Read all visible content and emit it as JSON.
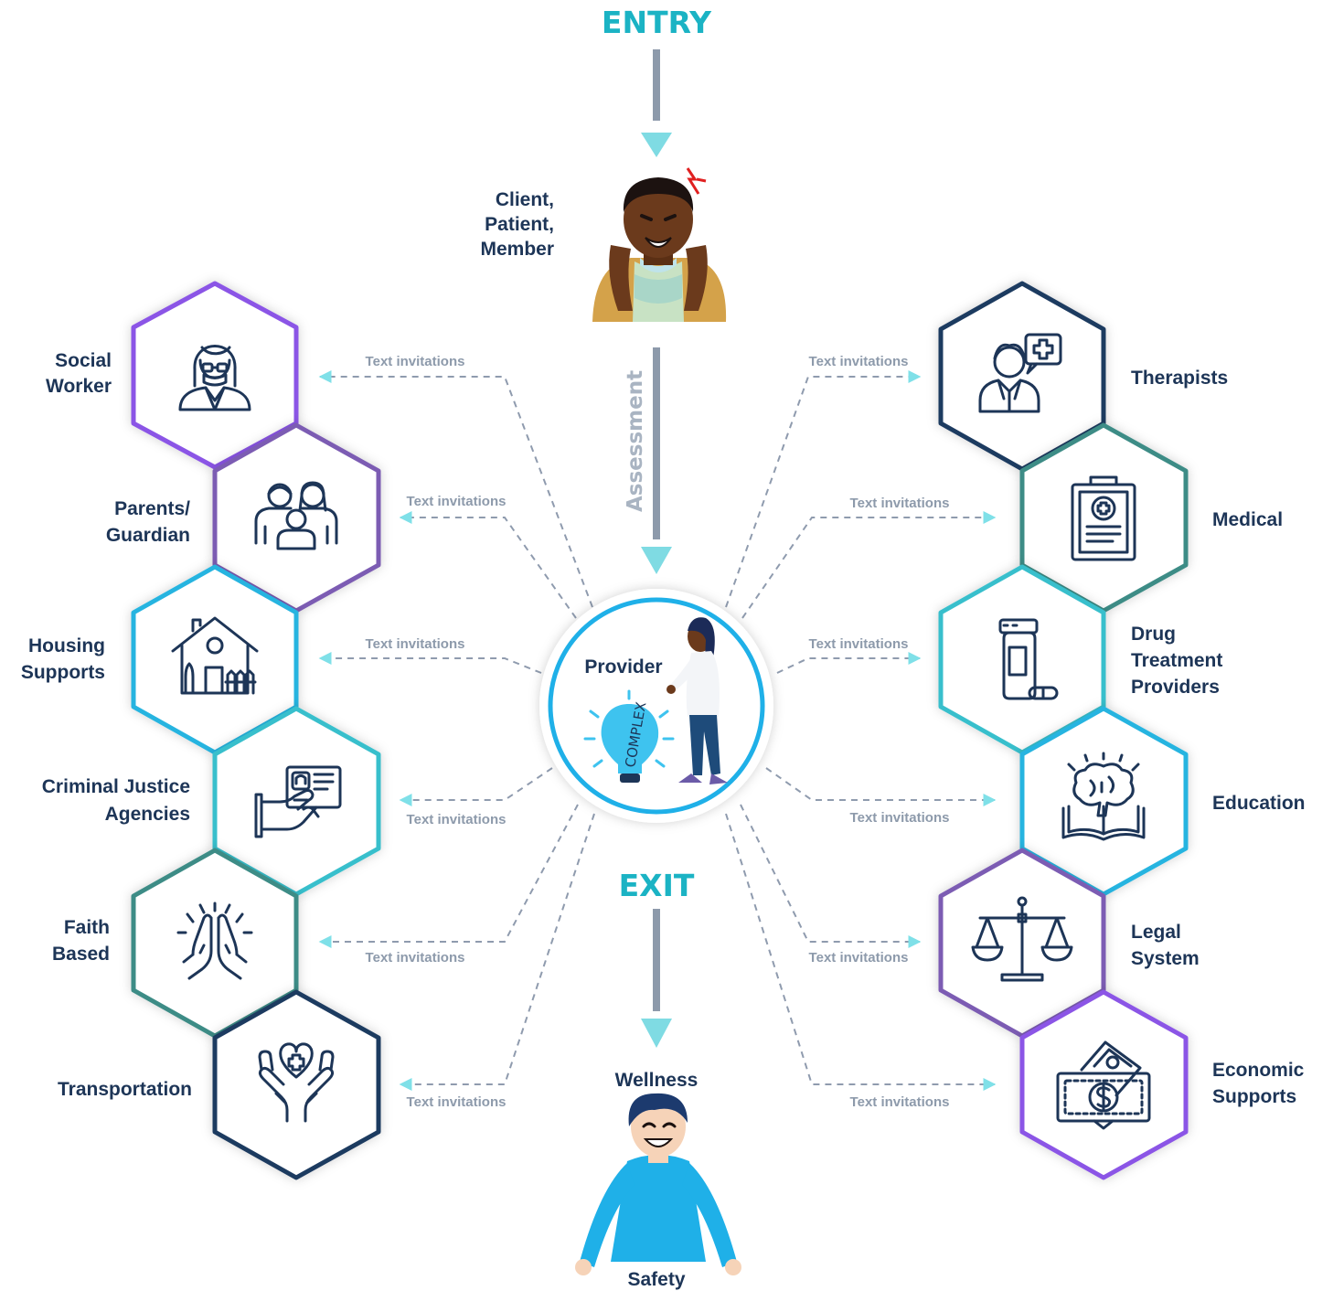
{
  "flow": {
    "entry_title": "ENTRY",
    "exit_title": "EXIT",
    "assessment_label": "Assessment",
    "client_label": [
      "Client,",
      "Patient,",
      "Member"
    ],
    "provider_label": "Provider",
    "bulb_word": "COMPLEX",
    "wellness_label": "Wellness",
    "safety_label": "Safety",
    "link_label": "Text invitations"
  },
  "left_hexes": [
    {
      "name": "social-worker",
      "label": [
        "Social",
        "Worker"
      ],
      "icon": "social-worker-icon",
      "color": "#8b55e6"
    },
    {
      "name": "parents-guardian",
      "label": [
        "Parents/",
        "Guardian"
      ],
      "icon": "family-icon",
      "color": "#7c5cb3"
    },
    {
      "name": "housing-supports",
      "label": [
        "Housing",
        "Supports"
      ],
      "icon": "house-icon",
      "color": "#25b4e0"
    },
    {
      "name": "criminal-justice-agencies",
      "label": [
        "Criminal Justice",
        "Agencies"
      ],
      "icon": "id-card-icon",
      "color": "#37bfcc"
    },
    {
      "name": "faith-based",
      "label": [
        "Faith",
        "Based"
      ],
      "icon": "praying-hands-icon",
      "color": "#3c8c86"
    },
    {
      "name": "transportation",
      "label": [
        "Transportation"
      ],
      "icon": "caring-hands-icon",
      "color": "#1f3a60"
    }
  ],
  "right_hexes": [
    {
      "name": "therapists",
      "label": [
        "Therapists"
      ],
      "icon": "therapist-icon",
      "color": "#1f3a60"
    },
    {
      "name": "medical",
      "label": [
        "Medical"
      ],
      "icon": "medical-clipboard-icon",
      "color": "#3c8c86"
    },
    {
      "name": "drug-treatment-providers",
      "label": [
        "Drug",
        "Treatment",
        "Providers"
      ],
      "icon": "pill-bottle-icon",
      "color": "#37bfcc"
    },
    {
      "name": "education",
      "label": [
        "Education"
      ],
      "icon": "brain-book-icon",
      "color": "#25b4e0"
    },
    {
      "name": "legal-system",
      "label": [
        "Legal",
        "System"
      ],
      "icon": "scales-icon",
      "color": "#7c5cb3"
    },
    {
      "name": "economic-supports",
      "label": [
        "Economic",
        "Supports"
      ],
      "icon": "money-icon",
      "color": "#8b55e6"
    }
  ],
  "colors": {
    "accent": "#1bb3c4",
    "navy": "#1d3557",
    "arrow_gray": "#8d9aab",
    "arrow_head": "#7fdbe3",
    "circle": "#1fb0e8"
  }
}
